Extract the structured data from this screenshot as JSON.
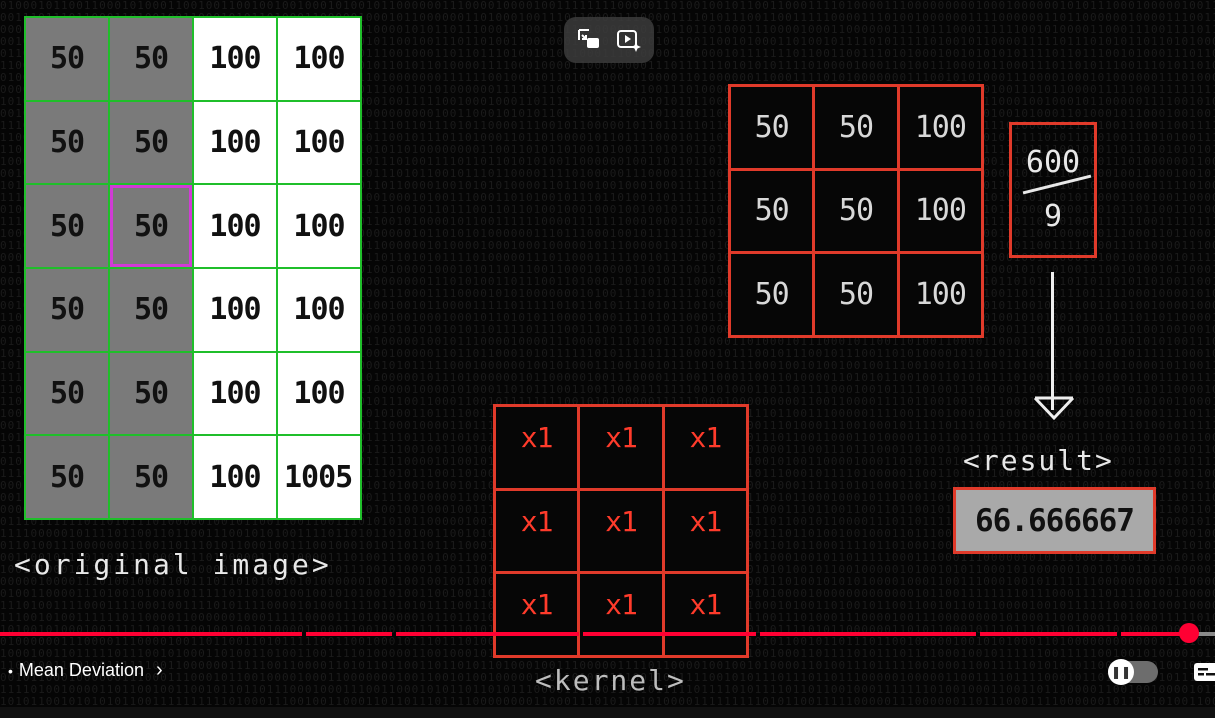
{
  "original_image": {
    "label": "<original image>",
    "rows": [
      [
        "50",
        "50",
        "100",
        "100"
      ],
      [
        "50",
        "50",
        "100",
        "100"
      ],
      [
        "50",
        "50",
        "100",
        "100"
      ],
      [
        "50",
        "50",
        "100",
        "100"
      ],
      [
        "50",
        "50",
        "100",
        "100"
      ],
      [
        "50",
        "50",
        "100",
        "1005"
      ]
    ],
    "selected_cell": "row 3, column 2"
  },
  "neighborhood": {
    "rows": [
      [
        "50",
        "50",
        "100"
      ],
      [
        "50",
        "50",
        "100"
      ],
      [
        "50",
        "50",
        "100"
      ]
    ]
  },
  "fraction": {
    "numerator": "600",
    "denominator": "9"
  },
  "result": {
    "label": "<result>",
    "value": "66.666667"
  },
  "kernel": {
    "label": "<kernel>",
    "rows": [
      [
        "x1",
        "x1",
        "x1"
      ],
      [
        "x1",
        "x1",
        "x1"
      ],
      [
        "x1",
        "x1",
        "x1"
      ]
    ]
  },
  "player": {
    "chapter_title": "Mean Deviation",
    "played_fraction": 0.98,
    "colors": {
      "accent": "#ff0033",
      "grid_green": "#1fbf2a",
      "grid_red": "#e03a2a",
      "selection": "#d13bd6"
    },
    "icons": [
      "miniplayer-icon",
      "video-sparkle-icon",
      "chevron-right-icon",
      "pause-icon",
      "closed-captions-icon"
    ]
  }
}
